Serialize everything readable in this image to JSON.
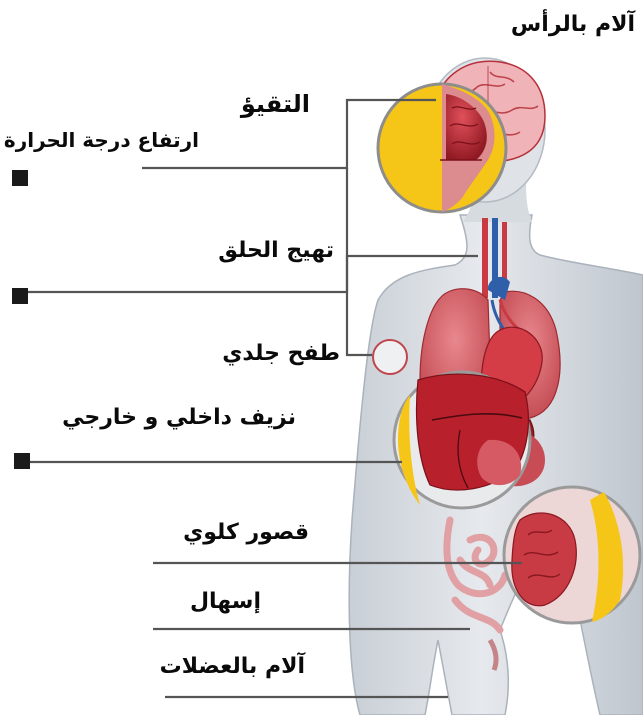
{
  "diagram": {
    "labels": {
      "headache": "آلام بالرأس",
      "vomiting": "التقيؤ",
      "fever": "ارتفاع درجة الحرارة",
      "sore_throat": "تهيج الحلق",
      "rash": "طفح جلدي",
      "bleeding": "نزيف داخلي و خارجي",
      "kidney_failure": "قصور كلوي",
      "diarrhea": "إسهال",
      "muscle_pain": "آلام بالعضلات"
    },
    "colors": {
      "line": "#555555",
      "marker": "#1a1a1a",
      "highlight_yellow": "#f5c518",
      "organ_red": "#b3202a",
      "body_gray": "#d4d9df"
    }
  }
}
